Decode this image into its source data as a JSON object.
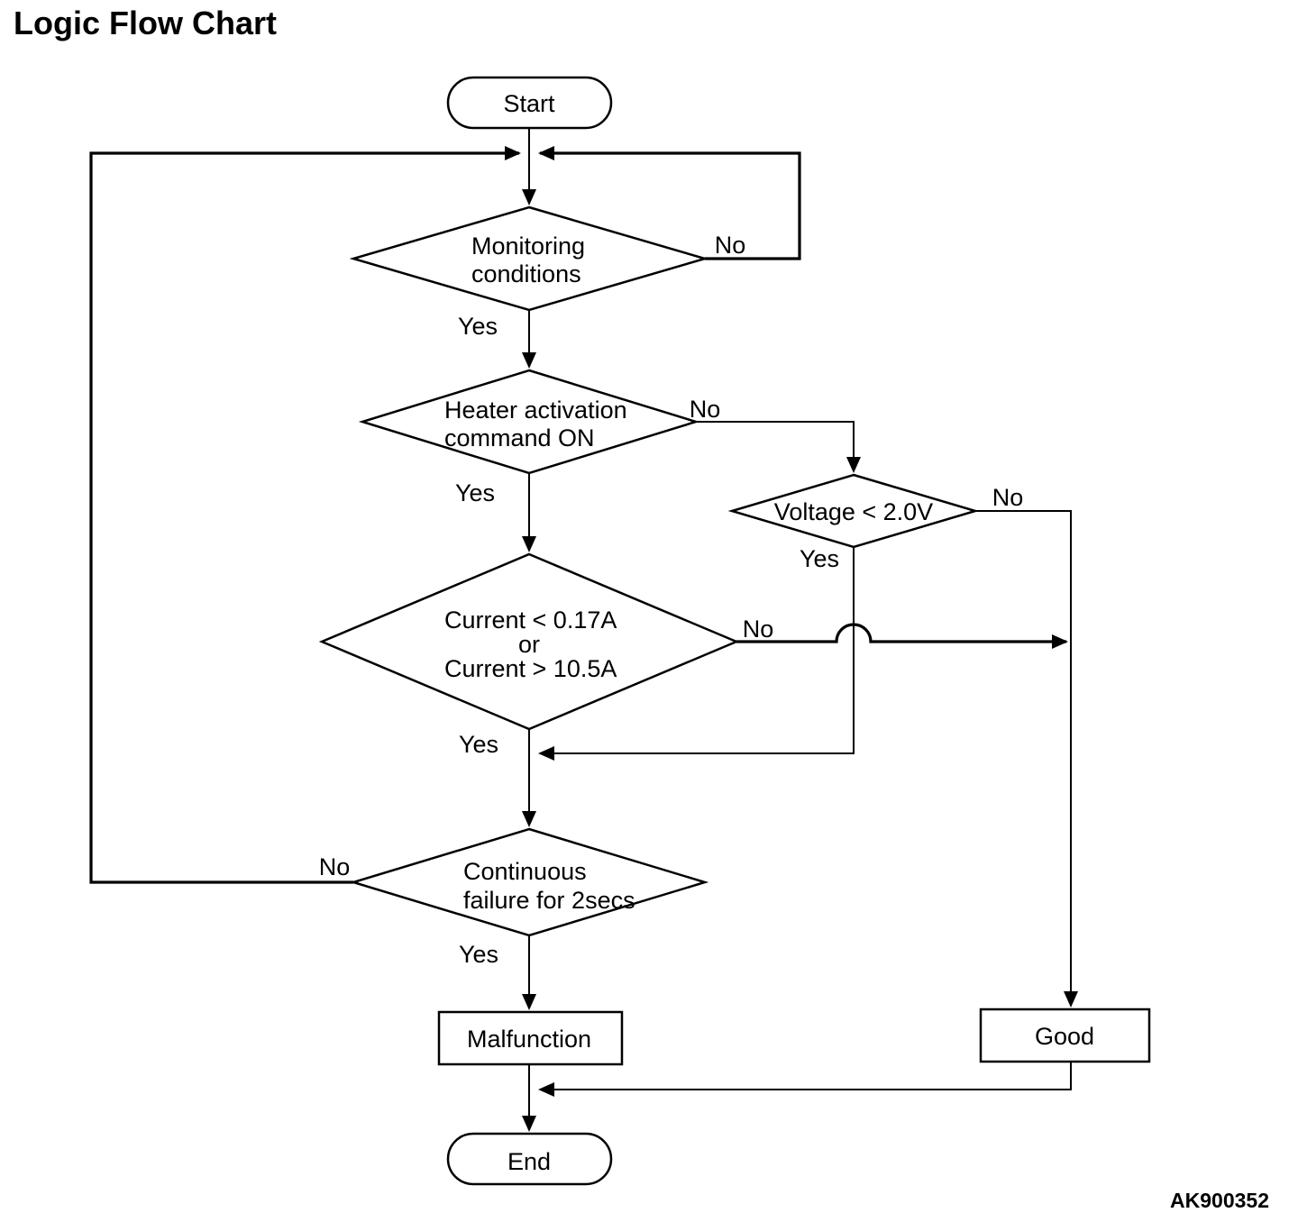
{
  "title": "Logic Flow Chart",
  "figure_code": "AK900352",
  "colors": {
    "ink": "#000000",
    "background": "#ffffff"
  },
  "nodes": {
    "start": {
      "type": "terminator",
      "label": "Start"
    },
    "monitoring": {
      "type": "decision",
      "line1": "Monitoring",
      "line2": "conditions"
    },
    "heater": {
      "type": "decision",
      "line1": "Heater activation",
      "line2": "command ON"
    },
    "voltage": {
      "type": "decision",
      "label": "Voltage < 2.0V"
    },
    "current": {
      "type": "decision",
      "line1": "Current < 0.17A",
      "line2": "or",
      "line3": "Current > 10.5A"
    },
    "continuous": {
      "type": "decision",
      "line1": "Continuous",
      "line2": "failure for 2secs"
    },
    "malfunction": {
      "type": "process",
      "label": "Malfunction"
    },
    "good": {
      "type": "process",
      "label": "Good"
    },
    "end": {
      "type": "terminator",
      "label": "End"
    }
  },
  "edge_labels": {
    "monitoring_yes": "Yes",
    "monitoring_no": "No",
    "heater_yes": "Yes",
    "heater_no": "No",
    "voltage_yes": "Yes",
    "voltage_no": "No",
    "current_yes": "Yes",
    "current_no": "No",
    "continuous_yes": "Yes",
    "continuous_no": "No"
  }
}
